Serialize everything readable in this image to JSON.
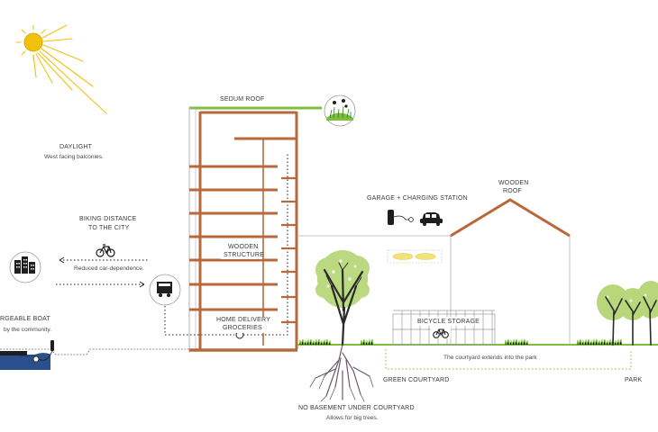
{
  "labels": {
    "sedum_roof": "SEDUM ROOF",
    "daylight_title": "DAYLIGHT",
    "daylight_sub": "West facing balconies.",
    "biking_line1": "BIKING DISTANCE",
    "biking_line2": "TO THE CITY",
    "reduced_car": "Reduced car-dependence.",
    "wooden_structure_1": "WOODEN",
    "wooden_structure_2": "STRUCTURE",
    "home_delivery_1": "HOME DELIVERY",
    "home_delivery_2": "GROCERIES",
    "garage": "GARAGE + CHARGING STATION",
    "wooden_roof_1": "WOODEN",
    "wooden_roof_2": "ROOF",
    "bicycle_storage": "BICYCLE STORAGE",
    "courtyard_park": "The courtyard extends into the park",
    "green_courtyard": "GREEN COURTYARD",
    "park": "PARK",
    "no_basement": "NO BASEMENT UNDER COURTYARD",
    "big_trees": "Allows for big trees.",
    "boat_1": "RGEABLE BOAT",
    "boat_2": "by the community."
  },
  "colors": {
    "wood": "#b8683a",
    "grass": "#7dbf3c",
    "foliage": "#b7d77a",
    "sun": "#f2c10f",
    "line": "#9a9a9a",
    "dark": "#1e1e1e",
    "boat": "#2a4f8c",
    "root": "#6d5a66",
    "lamp": "#f2e27a"
  },
  "icons": [
    "sun-icon",
    "city-icon",
    "bicycle-icon",
    "truck-icon",
    "charger-icon",
    "car-icon",
    "sedum-icon",
    "tree-icon",
    "boat-icon"
  ]
}
